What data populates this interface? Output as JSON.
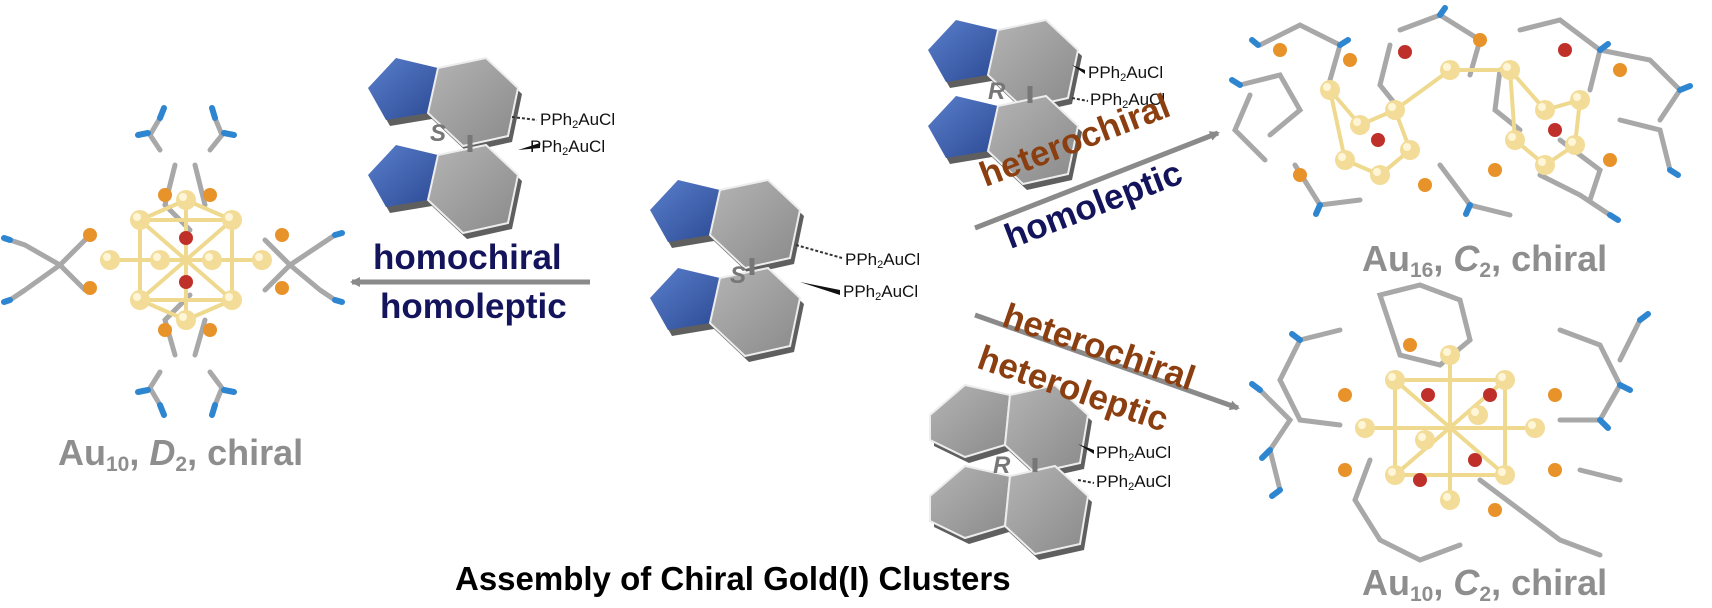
{
  "title": "Assembly of Chiral Gold(I) Clusters",
  "ligand_label": "PPh2AuCl",
  "ligand_parts": {
    "p": "PPh",
    "sub": "2",
    "rest": "AuCl"
  },
  "configs": {
    "s": "S",
    "r": "R"
  },
  "reactions": {
    "left": {
      "top": "homochiral",
      "bottom": "homoleptic"
    },
    "upper_right": {
      "top": "heterochiral",
      "bottom": "homoleptic"
    },
    "lower_right": {
      "top": "heterochiral",
      "bottom": "heteroleptic"
    }
  },
  "clusters": {
    "left": {
      "element": "Au",
      "count": "10",
      "symmetry_letter": "D",
      "symmetry_sub": "2",
      "descriptor": "chiral"
    },
    "upper_right": {
      "element": "Au",
      "count": "16",
      "symmetry_letter": "C",
      "symmetry_sub": "2",
      "descriptor": "chiral"
    },
    "lower_right": {
      "element": "Au",
      "count": "10",
      "symmetry_letter": "C",
      "symmetry_sub": "2",
      "descriptor": "chiral"
    }
  },
  "colors": {
    "gold_atom": "#f3dc98",
    "phosphorus": "#e8922a",
    "chlorine_red": "#c0302a",
    "nitrogen_blue": "#2f86d0",
    "carbon_gray": "#a8a8a8",
    "indole_blue": "#3d5fb0",
    "arrow_gray": "#8a8a8a",
    "brown_text": "#8b3f10",
    "navy_text": "#14145c"
  }
}
